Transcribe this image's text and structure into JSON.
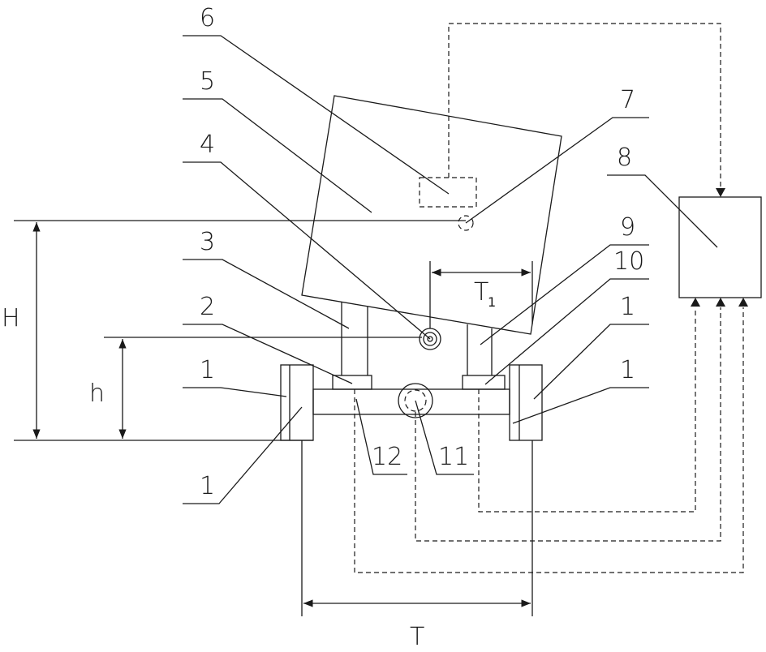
{
  "labels": {
    "n1": "1",
    "n2": "2",
    "n3": "3",
    "n4": "4",
    "n5": "5",
    "n6": "6",
    "n7": "7",
    "n8": "8",
    "n9": "9",
    "n10": "10",
    "n11": "11",
    "n12": "12"
  },
  "dimensions": {
    "H": "H",
    "h": "h",
    "T": "T",
    "T1_main": "T",
    "T1_sub": "1"
  },
  "colors": {
    "line": "#1a1a1a",
    "background": "#ffffff"
  }
}
